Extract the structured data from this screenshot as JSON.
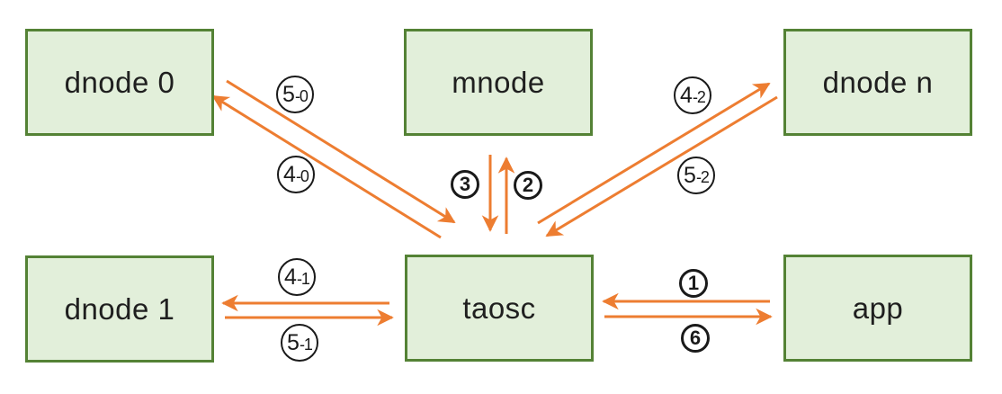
{
  "diagram": {
    "colors": {
      "node_fill": "#E2EFDA",
      "node_border": "#548235",
      "arrow": "#ED7D31",
      "label_circle_border": "#1A1A1A",
      "text": "#1F1F1F"
    },
    "nodes": [
      {
        "id": "dnode0",
        "label": "dnode 0"
      },
      {
        "id": "mnode",
        "label": "mnode"
      },
      {
        "id": "dnoden",
        "label": "dnode n"
      },
      {
        "id": "dnode1",
        "label": "dnode 1"
      },
      {
        "id": "taosc",
        "label": "taosc"
      },
      {
        "id": "app",
        "label": "app"
      }
    ],
    "edges": [
      {
        "label": "5-0",
        "main": "5",
        "sub": "-0",
        "from": "dnode 0",
        "to": "taosc"
      },
      {
        "label": "4-0",
        "main": "4",
        "sub": "-0",
        "from": "taosc",
        "to": "dnode 0"
      },
      {
        "label": "3",
        "main": "3",
        "sub": "",
        "from": "mnode",
        "to": "taosc"
      },
      {
        "label": "2",
        "main": "2",
        "sub": "",
        "from": "taosc",
        "to": "mnode"
      },
      {
        "label": "4-2",
        "main": "4",
        "sub": "-2",
        "from": "taosc",
        "to": "dnode n"
      },
      {
        "label": "5-2",
        "main": "5",
        "sub": "-2",
        "from": "dnode n",
        "to": "taosc"
      },
      {
        "label": "4-1",
        "main": "4",
        "sub": "-1",
        "from": "taosc",
        "to": "dnode 1"
      },
      {
        "label": "5-1",
        "main": "5",
        "sub": "-1",
        "from": "dnode 1",
        "to": "taosc"
      },
      {
        "label": "1",
        "main": "1",
        "sub": "",
        "from": "app",
        "to": "taosc"
      },
      {
        "label": "6",
        "main": "6",
        "sub": "",
        "from": "taosc",
        "to": "app"
      }
    ]
  }
}
